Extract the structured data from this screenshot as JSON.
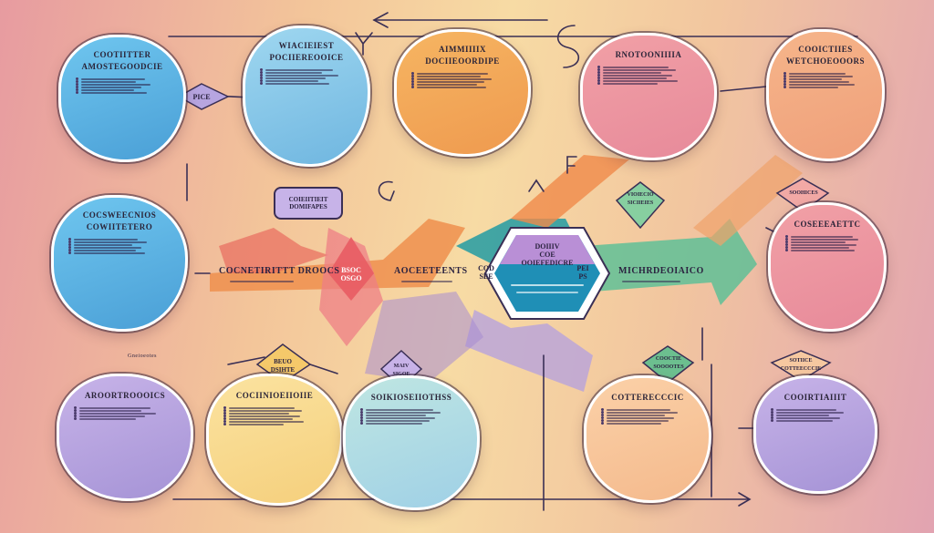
{
  "colors": {
    "blue": "#4a9fd6",
    "orange": "#ef9a4f",
    "pink": "#e78a9a",
    "violet": "#a593d6",
    "yellow": "#f5cf7c",
    "teal": "#3fa7a0",
    "green": "#7cc49a"
  },
  "nodes": {
    "n1": {
      "title": "COOTIITTER",
      "subtitle": "AMOSTEGOODCIE",
      "lines": 7
    },
    "n2": {
      "title": "WIACIEIEST",
      "subtitle": "POCIIEREOOICE",
      "lines": 6
    },
    "n3": {
      "title": "AIMMIIIIX",
      "subtitle": "DOCIIEOORDIPE",
      "lines": 6
    },
    "n4": {
      "title": "",
      "subtitle": "RNOTOONIIIIA",
      "lines": 7
    },
    "n5": {
      "title": "COOICTIIES",
      "subtitle": "WETCHOEOOORS",
      "lines": 6
    },
    "n6": {
      "title": "COCSWEECNIOS",
      "subtitle": "COWIITETERO",
      "lines": 6
    },
    "n7": {
      "title": "",
      "subtitle": "COSEEEAETTC",
      "lines": 6
    },
    "n8": {
      "title": "",
      "subtitle": "AROORTROOOICS",
      "lines": 5
    },
    "n9": {
      "title": "",
      "subtitle": "COCIINIOEIIOIIE",
      "lines": 7
    },
    "n10": {
      "title": "",
      "subtitle": "SOIKIOSEIIOTHSS",
      "lines": 6
    },
    "n11": {
      "title": "",
      "subtitle": "COTTERECCCIC",
      "lines": 6
    },
    "n12": {
      "title": "",
      "subtitle": "COOIRTIAIIIT",
      "lines": 5
    }
  },
  "tags": {
    "t_pie": "PICE",
    "t_center_top": "COIEIITIEIT\nDOMIFAPES",
    "t_center_hex": "DOIIIV\nCOE\nOOIEFEDICRE",
    "t_left_diamond": "BSOC\nOSGO",
    "t_bot_diamond": "BEUO\nDSIHTE",
    "t_violet_bottom": "MAIV\nSIGOE",
    "t_right_green": "COOCTIE\nSOOOOTES",
    "t_right_peach": "SOTIICE\nCOTTEECCCIE",
    "t_sources": "SOOHICES",
    "t_vol_top": "VIOIECIO\nSICIIEIES",
    "t_cod": "COD\nSEE",
    "t_ps": "PEI\nPS"
  },
  "labels": {
    "l_mid_left": "COCNETIRITTT DROOCS",
    "l_mid_center": "AOCEETEENTS",
    "l_mid_right": "MICHRDEOIAICO",
    "l_left_small": "Gneioeotes"
  }
}
